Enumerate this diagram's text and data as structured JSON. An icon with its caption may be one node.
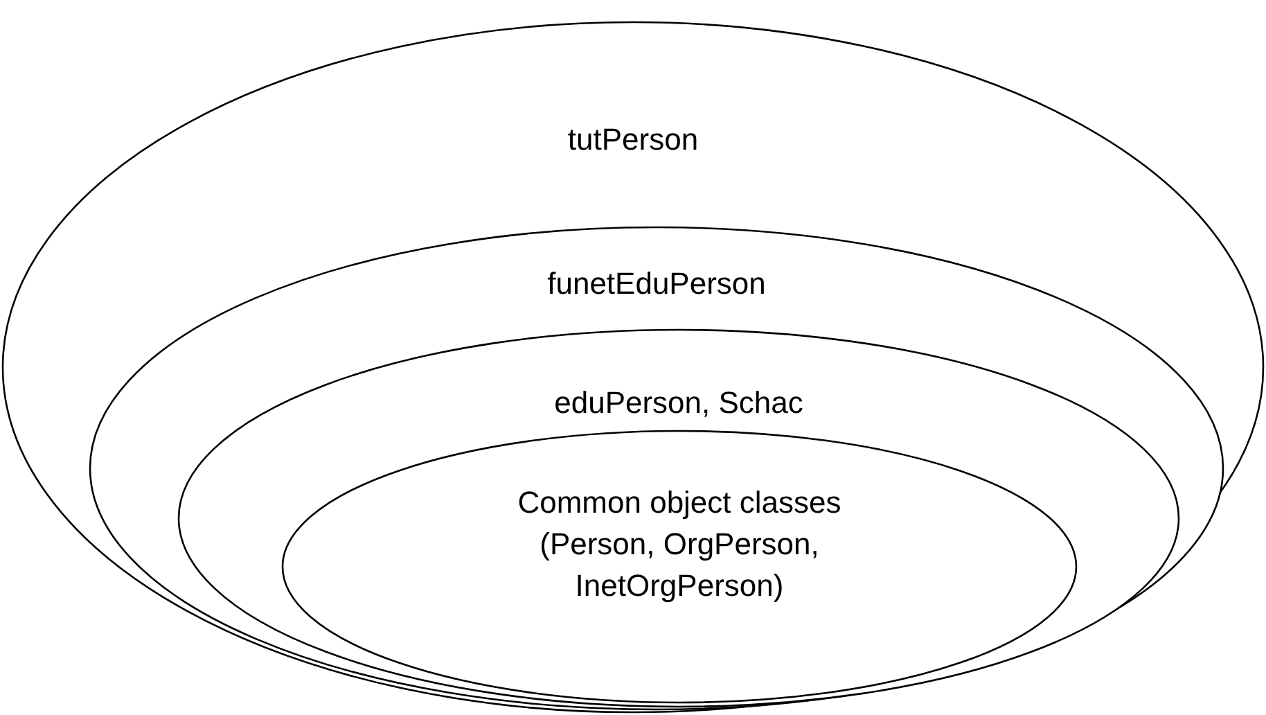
{
  "diagram": {
    "nodes": [
      {
        "text": [
          "tutPerson"
        ]
      },
      {
        "text": [
          "funetEduPerson"
        ],
        "in": 0
      },
      {
        "text": [
          "eduPerson, Schac"
        ],
        "in": 1
      },
      {
        "text": [
          "Common object classes (Person, OrgPerson, InetOrgPerson)"
        ],
        "in": 2
      }
    ]
  }
}
